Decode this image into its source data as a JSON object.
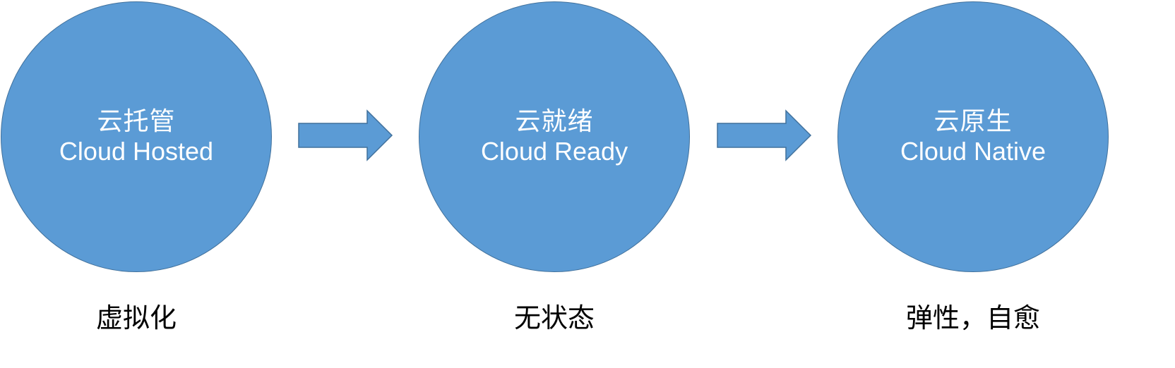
{
  "colors": {
    "circle_fill": "#5b9bd5",
    "circle_stroke": "#41719c",
    "arrow_fill": "#5b9bd5",
    "arrow_stroke": "#41719c",
    "circle_text": "#ffffff",
    "caption_text": "#000000"
  },
  "stages": [
    {
      "zh": "云托管",
      "en": "Cloud Hosted",
      "caption": "虚拟化"
    },
    {
      "zh": "云就绪",
      "en": "Cloud Ready",
      "caption": "无状态"
    },
    {
      "zh": "云原生",
      "en": "Cloud Native",
      "caption": "弹性，自愈"
    }
  ],
  "arrows": [
    {
      "icon": "right-arrow-icon"
    },
    {
      "icon": "right-arrow-icon"
    }
  ]
}
